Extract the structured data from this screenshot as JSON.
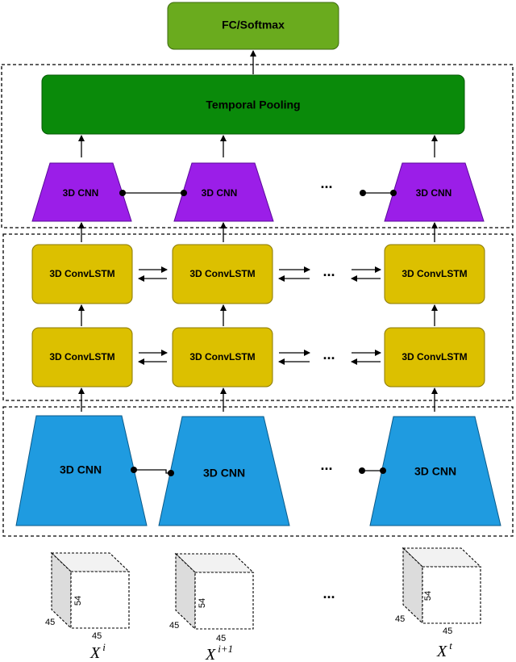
{
  "top": {
    "fc_label": "FC/Softmax",
    "pooling_label": "Temporal Pooling"
  },
  "cnn_label": "3D CNN",
  "convlstm_label": "3D ConvLSTM",
  "ellipsis": "...",
  "cube_dims": {
    "d1": "45",
    "d2": "54",
    "d3": "45"
  },
  "inputs": [
    {
      "base": "X",
      "sup": "i"
    },
    {
      "base": "X",
      "sup": "i+1"
    },
    {
      "base": "X",
      "sup": "t"
    }
  ],
  "colors": {
    "fc": "#6aab1e",
    "pooling": "#0a8a0a",
    "cnn_top": "#9b1ee8",
    "convlstm": "#dcc000",
    "cnn_bottom": "#1f9be0"
  }
}
